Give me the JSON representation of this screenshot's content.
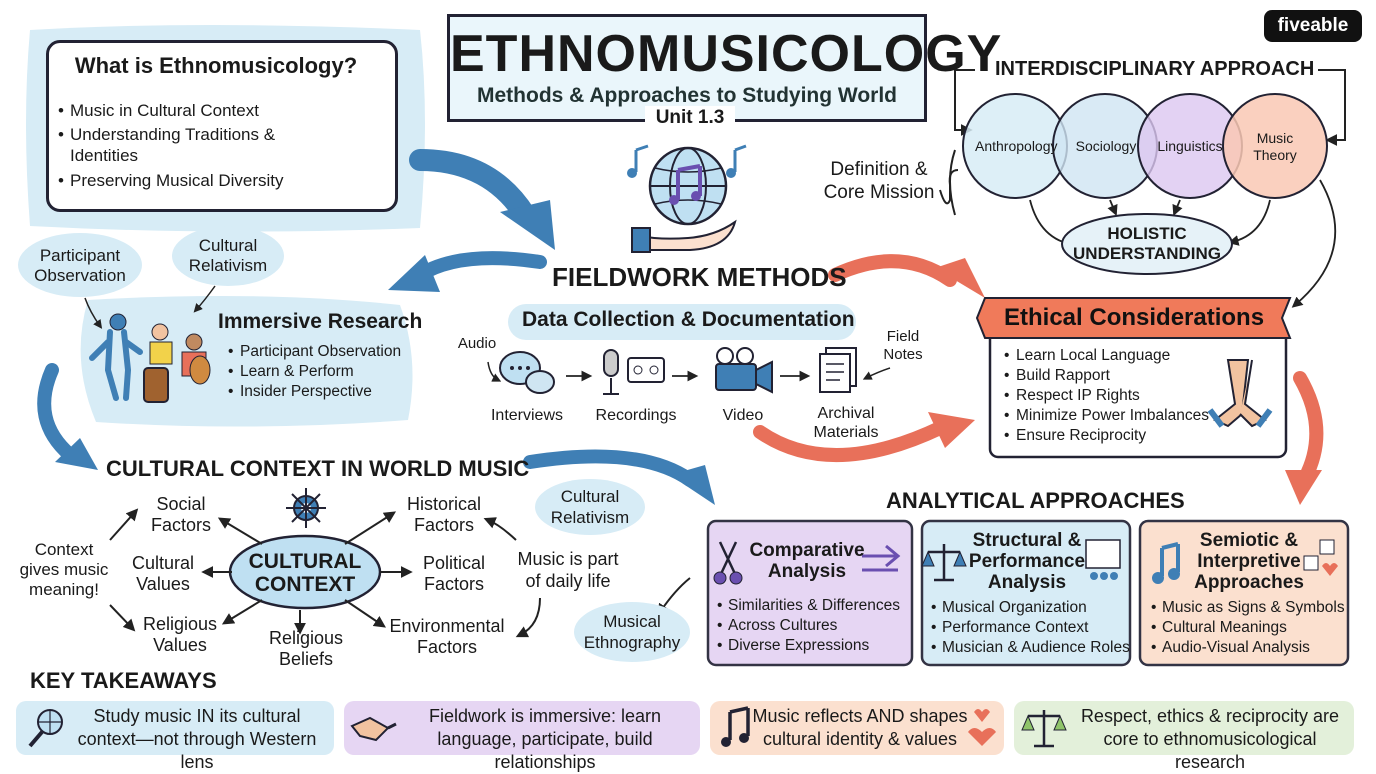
{
  "brand": "fiveable",
  "title": {
    "main": "ETHNOMUSICOLOGY",
    "subtitle": "Methods & Approaches to Studying World Music",
    "unit": "Unit 1.3"
  },
  "what_is": {
    "heading": "What is Ethnomusicology?",
    "bullets": [
      "Music in Cultural Context",
      "Understanding Traditions &",
      "Identities",
      "Preserving Musical Diversity"
    ]
  },
  "interdisciplinary": {
    "heading": "INTERDISCIPLINARY APPROACH",
    "fields": [
      "Anthropology",
      "Sociology",
      "Linguistics",
      "Music",
      "Theory"
    ],
    "result": [
      "HOLISTIC",
      "UNDERSTANDING"
    ],
    "definition": [
      "Definition &",
      "Core Mission"
    ]
  },
  "fieldwork": {
    "heading": "FIELDWORK METHODS",
    "subheading": "Data Collection & Documentation",
    "audio_label": "Audio",
    "field_notes": [
      "Field",
      "Notes"
    ],
    "steps": [
      "Interviews",
      "Recordings",
      "Video",
      "Archival",
      "Materials"
    ]
  },
  "immersive": {
    "tag_participant": [
      "Participant",
      "Observation"
    ],
    "tag_relativism": [
      "Cultural",
      "Relativism"
    ],
    "heading": "Immersive Research",
    "bullets": [
      "Participant Observation",
      "Learn & Perform",
      "Insider Perspective"
    ]
  },
  "ethics": {
    "heading": "Ethical Considerations",
    "bullets": [
      "Learn Local Language",
      "Build Rapport",
      "Respect IP Rights",
      "Minimize Power Imbalances",
      "Ensure Reciprocity"
    ]
  },
  "cultural_context": {
    "heading": "CULTURAL CONTEXT IN WORLD MUSIC",
    "center": [
      "CULTURAL",
      "CONTEXT"
    ],
    "context_note": [
      "Context",
      "gives music",
      "meaning!"
    ],
    "factors": {
      "social": [
        "Social",
        "Factors"
      ],
      "cultural_values": [
        "Cultural",
        "Values"
      ],
      "religious_values": [
        "Religious",
        "Values"
      ],
      "religious_beliefs": [
        "Religious",
        "Beliefs"
      ],
      "historical": [
        "Historical",
        "Factors"
      ],
      "political": [
        "Political",
        "Factors"
      ],
      "environmental": [
        "Environmental",
        "Factors"
      ]
    },
    "daily_life": [
      "Music is part",
      "of daily life"
    ],
    "relativism_tag": [
      "Cultural",
      "Relativism"
    ],
    "ethnography_tag": [
      "Musical",
      "Ethnography"
    ]
  },
  "analytical": {
    "heading": "ANALYTICAL APPROACHES",
    "comparative": {
      "title": [
        "Comparative",
        "Analysis"
      ],
      "bullets": [
        "Similarities & Differences",
        "Across Cultures",
        "Diverse Expressions"
      ]
    },
    "structural": {
      "title": [
        "Structural &",
        "Performance",
        "Analysis"
      ],
      "bullets": [
        "Musical Organization",
        "Performance Context",
        "Musician & Audience Roles"
      ]
    },
    "semiotic": {
      "title": [
        "Semiotic &",
        "Interpretive",
        "Approaches"
      ],
      "bullets": [
        "Music as Signs & Symbols",
        "Cultural Meanings",
        "Audio-Visual Analysis"
      ]
    }
  },
  "key_takeaways": {
    "heading": "KEY TAKEAWAYS",
    "t1": [
      "Study music IN its cultural",
      "context—not through Western lens"
    ],
    "t2": [
      "Fieldwork is immersive: learn",
      "language, participate, build relationships"
    ],
    "t3": [
      "Music reflects AND shapes",
      "cultural identity & values"
    ],
    "t4": [
      "Respect, ethics & reciprocity are",
      "core to ethnomusicological research"
    ]
  },
  "colors": {
    "blue_arrow": "#3f7fb5",
    "red_arrow": "#e8705a",
    "light_blue": "#d7ecf6",
    "purple": "#e6d6f3",
    "peach": "#fbe0cf",
    "green": "#e3f0da",
    "ethics_banner": "#f07a5a"
  }
}
